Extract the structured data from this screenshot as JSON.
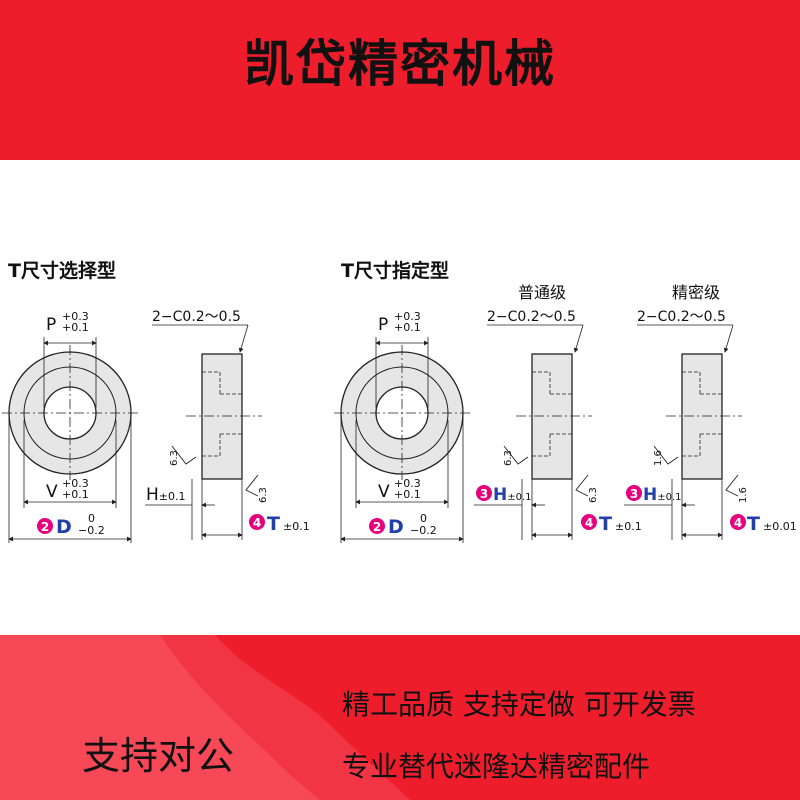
{
  "header": {
    "brand": "凯岱精密机械"
  },
  "diagram": {
    "section_left": "T尺寸选择型",
    "section_right": "T尺寸指定型",
    "grade_normal": "普通级",
    "grade_precision": "精密级",
    "p_label": "P",
    "v_label": "V",
    "tol_plus_03": "+0.3",
    "tol_plus_01": "+0.1",
    "chamfer": "2−C0.2～0.5",
    "roughness_63": "6.3",
    "roughness_16": "1.6",
    "h_tol": "H±0.1",
    "h_letter": "H",
    "pm01": "±0.1",
    "d_letter": "D",
    "d_tol_upper": "0",
    "d_tol_lower": "−0.2",
    "t_letter": "T",
    "t_tol_01": "±0.1",
    "t_tol_001": "±0.01",
    "badge_2": "2",
    "badge_3": "3",
    "badge_4": "4"
  },
  "footer": {
    "slogan": "支持对公",
    "feature_line1": "精工品质 支持定做 可开发票",
    "feature_line2": "专业替代迷隆达精密配件"
  },
  "colors": {
    "banner": "#ee1d2c",
    "badge": "#e6007e",
    "letter": "#2140a8",
    "part_fill": "#e6e6e6"
  }
}
